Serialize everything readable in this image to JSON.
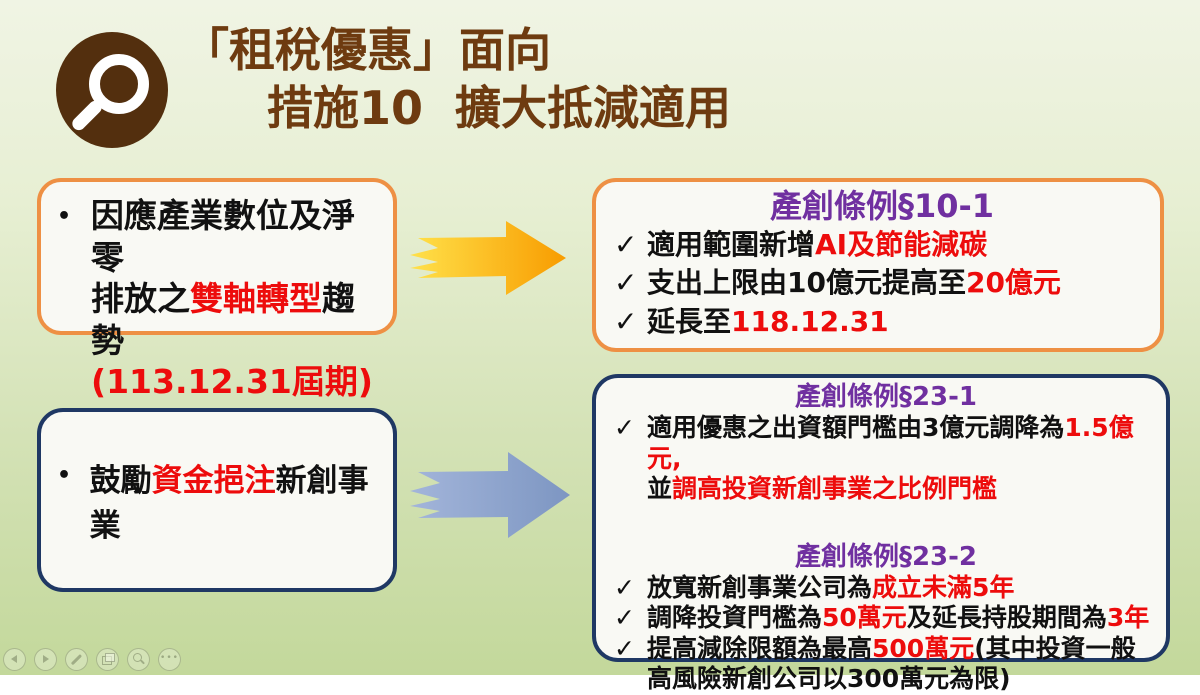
{
  "slide": {
    "title_line1": "「租稅優惠」面向",
    "title_line2": "措施10  擴大抵減適用"
  },
  "marks": {
    "check": "✓",
    "bullet": "•"
  },
  "colors": {
    "title_brown": "#6e3b10",
    "badge_brown": "#532f0e",
    "red": "#ed0c0c",
    "purple": "#7030a0",
    "orange_border": "#ee9044",
    "navy_border": "#1f3864",
    "box_bg": "#f9f9f4",
    "bg_top": "#f0f4e4",
    "bg_bottom": "#c3d89b",
    "arrow1_from": "#ffe14a",
    "arrow1_to": "#f89c00",
    "arrow2_from": "#a3b5da",
    "arrow2_to": "#7d96c2"
  },
  "left_box1": {
    "line1": [
      {
        "t": "因應產業數位及淨零",
        "c": "black"
      }
    ],
    "line2": [
      {
        "t": "排放之",
        "c": "black"
      },
      {
        "t": "雙軸轉型",
        "c": "red"
      },
      {
        "t": "趨勢",
        "c": "black"
      }
    ],
    "line3": [
      {
        "t": "(113.12.31屆期)",
        "c": "red"
      }
    ]
  },
  "left_box2": {
    "segs": [
      {
        "t": "鼓勵",
        "c": "black"
      },
      {
        "t": "資金挹注",
        "c": "red"
      },
      {
        "t": "新創事業",
        "c": "black"
      }
    ]
  },
  "right_box1": {
    "title": "產創條例§10-1",
    "items": [
      {
        "segs": [
          {
            "t": "適用範圍新增",
            "c": "black"
          },
          {
            "t": "AI及節能減碳",
            "c": "red"
          }
        ]
      },
      {
        "segs": [
          {
            "t": "支出上限由10億元提高至",
            "c": "black"
          },
          {
            "t": "20億元",
            "c": "red"
          }
        ]
      },
      {
        "segs": [
          {
            "t": "延長至",
            "c": "black"
          },
          {
            "t": "118.12.31",
            "c": "red"
          }
        ]
      }
    ]
  },
  "right_box2": {
    "sec1_title": "產創條例§23-1",
    "sec1_line1": [
      {
        "t": "適用優惠之出資額門檻由3億元調降為",
        "c": "black"
      },
      {
        "t": "1.5億元,",
        "c": "red"
      }
    ],
    "sec1_line2": [
      {
        "t": "並",
        "c": "black"
      },
      {
        "t": "調高投資新創事業之比例門檻",
        "c": "red"
      }
    ],
    "sec2_title": "產創條例§23-2",
    "sec2_items": [
      {
        "segs": [
          {
            "t": "放寬新創事業公司為",
            "c": "black"
          },
          {
            "t": "成立未滿5年",
            "c": "red"
          }
        ]
      },
      {
        "segs": [
          {
            "t": "調降投資門檻為",
            "c": "black"
          },
          {
            "t": "50萬元",
            "c": "red"
          },
          {
            "t": "及延長持股期間為",
            "c": "black"
          },
          {
            "t": "3年",
            "c": "red"
          }
        ]
      },
      {
        "segs": [
          {
            "t": "提高減除限額為最高",
            "c": "black"
          },
          {
            "t": "500萬元",
            "c": "red"
          },
          {
            "t": "(其中投資一般高風險新創公司以300萬元為限)",
            "c": "black"
          }
        ]
      }
    ]
  },
  "toolbar": {
    "buttons": [
      {
        "icon": "previous-slide-icon"
      },
      {
        "icon": "next-slide-icon"
      },
      {
        "icon": "pen-icon"
      },
      {
        "icon": "all-slides-icon"
      },
      {
        "icon": "zoom-icon"
      },
      {
        "icon": "more-options-icon"
      }
    ],
    "dots": "•••"
  }
}
